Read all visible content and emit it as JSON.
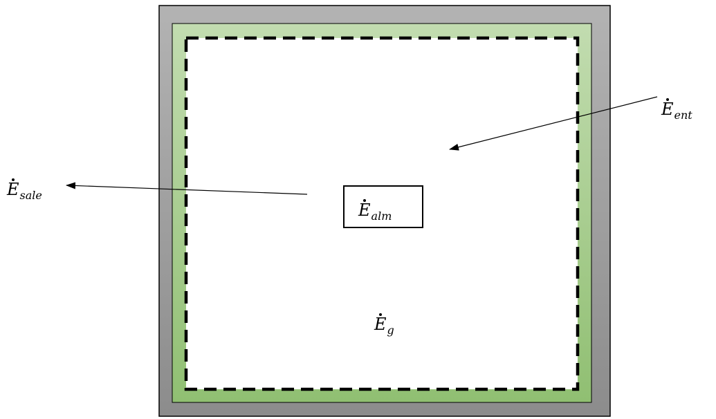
{
  "diagram": {
    "labels": {
      "energy_in": {
        "base": "E",
        "sub": "ent"
      },
      "energy_out": {
        "base": "E",
        "sub": "sale"
      },
      "energy_stored": {
        "base": "E",
        "sub": "alm"
      },
      "energy_generated": {
        "base": "E",
        "sub": "g"
      }
    },
    "colors": {
      "outer_wall": "#a6a6a6",
      "inner_wall": "#a9d18e",
      "boundary": "#000000",
      "interior": "#ffffff"
    }
  }
}
